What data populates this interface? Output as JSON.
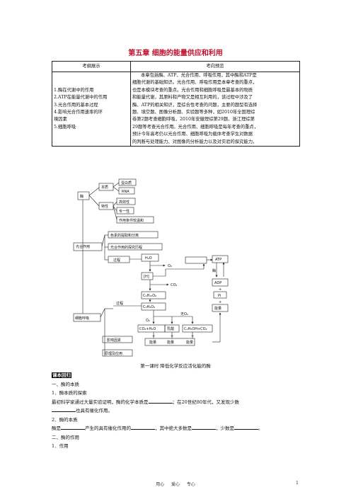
{
  "title": "第五章  细胞的能量供应和利用",
  "table": {
    "col1_header": "考纲展示",
    "col2_header": "考向预览",
    "outline_items": [
      "1.酶在代谢中的作用",
      "2.ATP在能量代谢中的作用",
      "3.光合作用的基本过程",
      "4.影响光合作用速率的环",
      "境因素",
      "5.细胞呼吸"
    ],
    "preview_lines": [
      "本章包括酶、ATP、光合作用、呼吸作用，其中酶和ATP是",
      "细胞代谢的基础知识。光合作用、呼吸作用是本章考查的重点，",
      "也是本模块考查的重点。光合作用和细胞呼吸是最基本的物质",
      "和能量代谢，其原料和产物又是相互利用的，该过程中涉及了",
      "酶、ATP的相关知识，是综合性考查的问题，主要的题型有选择",
      "题、填空题、图像分析题、实验题等多种，如2010年全国理综",
      "卷第2题考查细胞呼吸，2010年安徽理综第29题、浙江理综第",
      "29题等考查光合作用。光合作用、细胞呼吸是每年考查的重点，",
      "预计今年高考仍以光合作用、细胞呼吸为载体考查学生对数据",
      "的判断与处理能力、对图像的分析能力以及对实验的探究能力。"
    ]
  },
  "diagram": {
    "enzyme": "酶",
    "nature": "本质",
    "protein": "蛋白质",
    "rna": "RNA",
    "property": "特性",
    "efficient": "高效性",
    "specific": "专一性",
    "mild": "作用条件较温和",
    "photosynthesis": "光合作用",
    "pigment": "色素的提取和分离",
    "history": "光合作用的探究历程",
    "process": "过程",
    "h2o": "H₂O",
    "o2": "O₂",
    "h_box": "[H]",
    "co2": "CO₂",
    "atp": "ATP",
    "enzyme_lbl": "酶",
    "adp": "ADP",
    "plus": "+",
    "pi": "Pi",
    "energy": "能量",
    "glucose": "C₆H₁₂O₆",
    "pyruvate": "C₃H₄O₃",
    "respiration": "细胞呼吸",
    "process2": "过程",
    "o2_2": "O₂",
    "no_o2": "无O₂",
    "aerobic_product": "CO₂+H₂O",
    "lactic": "乳酸",
    "ethanol": "C₂H₅OH+CO₂",
    "energy1": "能量",
    "energy2": "能量",
    "energy3": "能量",
    "factors": "影响因素",
    "principle": "原理及应用"
  },
  "caption": "第一课时  降低化学反应活化能的酶",
  "body": {
    "section_tag": "课本回归",
    "h1": "一、酶的本质",
    "h1_1": "1．酶本质的探索",
    "p1a": "最初科学家通过大量实验证明，酶的化学本质是",
    "p1b": "；在20世纪80年代，又发现少数",
    "p1c": "也具有催化作用。",
    "h1_2": "2．酶的本质",
    "p2a": "酶是",
    "p2b": "产生的具有催化作用的",
    "p2c": "，其中绝大多数是",
    "p2d": "，少数是",
    "p2e": "。",
    "h2": "二、酶的作用",
    "h2_1": "1．作用"
  },
  "footer": {
    "text": "用心  爱心  专心",
    "page": "1"
  }
}
